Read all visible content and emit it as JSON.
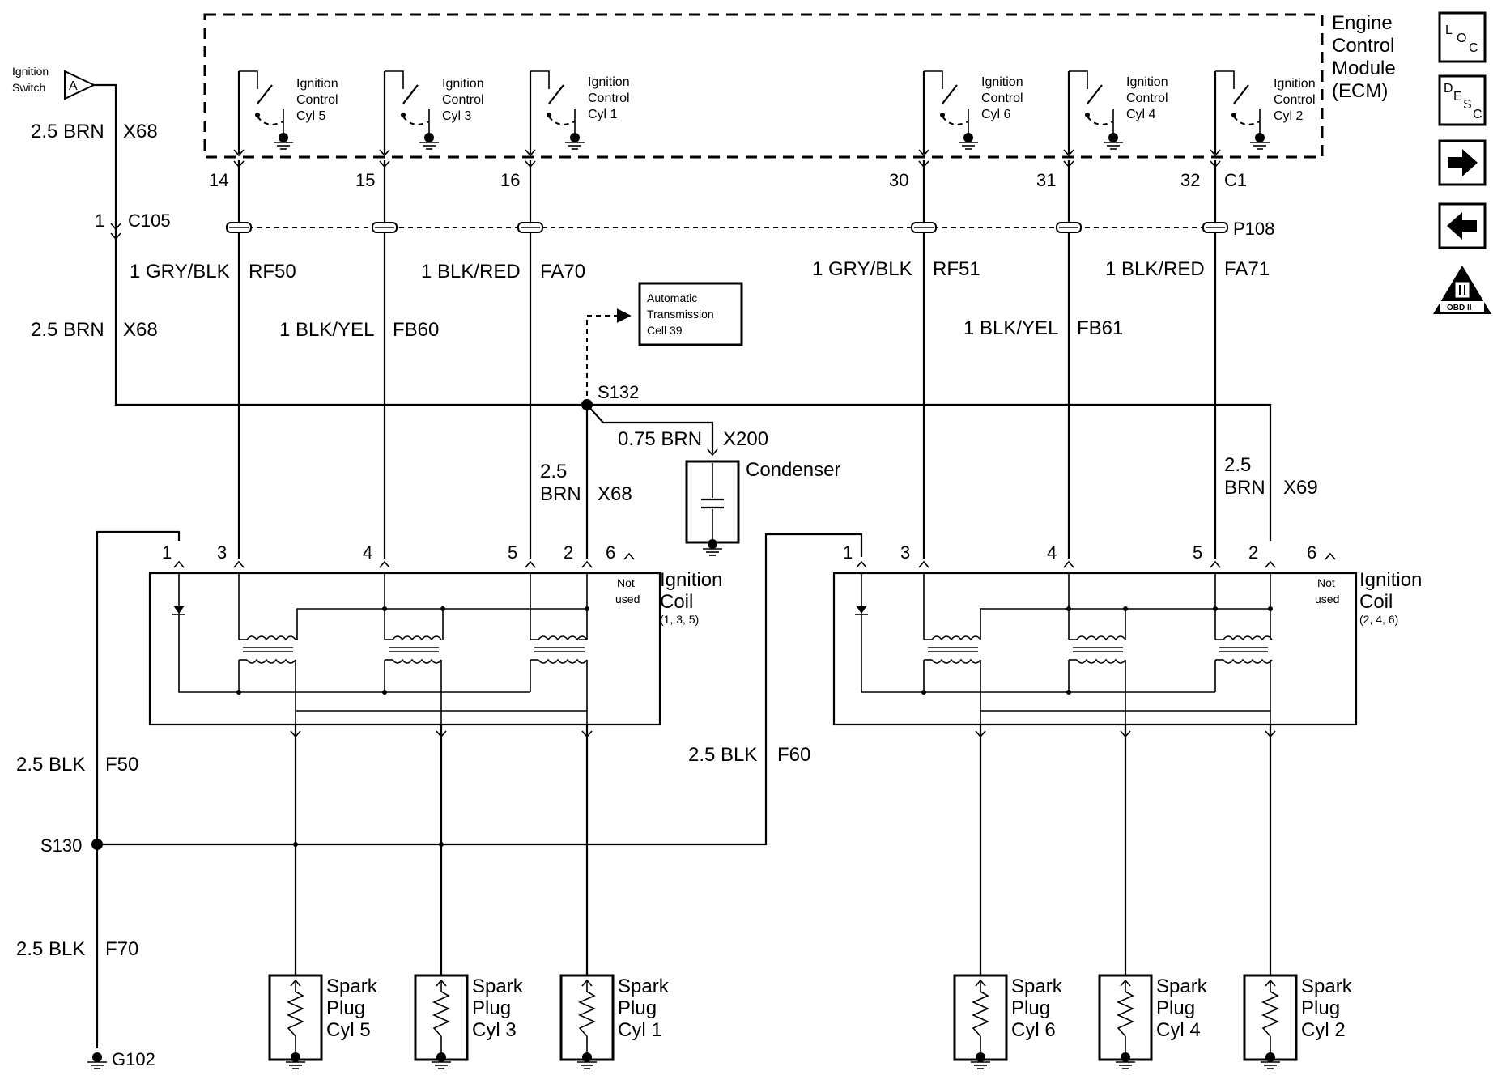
{
  "ecm": {
    "lines": [
      "Engine",
      "Control",
      "Module",
      "(ECM)"
    ]
  },
  "ignition_switch": {
    "lines": [
      "Ignition",
      "Switch"
    ],
    "connector": "A"
  },
  "ecm_connector": "C1",
  "c105": {
    "pin": "1",
    "name": "C105"
  },
  "p108": "P108",
  "ign_controls": [
    {
      "pin": "14",
      "lines": [
        "Ignition",
        "Control",
        "Cyl 5"
      ]
    },
    {
      "pin": "15",
      "lines": [
        "Ignition",
        "Control",
        "Cyl 3"
      ]
    },
    {
      "pin": "16",
      "lines": [
        "Ignition",
        "Control",
        "Cyl 1"
      ]
    },
    {
      "pin": "30",
      "lines": [
        "Ignition",
        "Control",
        "Cyl 6"
      ]
    },
    {
      "pin": "31",
      "lines": [
        "Ignition",
        "Control",
        "Cyl 4"
      ]
    },
    {
      "pin": "32",
      "lines": [
        "Ignition",
        "Control",
        "Cyl 2"
      ]
    }
  ],
  "wires": {
    "x68_top": {
      "gauge": "2.5 BRN",
      "circuit": "X68"
    },
    "x68_mid": {
      "gauge": "2.5 BRN",
      "circuit": "X68"
    },
    "rf50": {
      "gauge": "1 GRY/BLK",
      "circuit": "RF50"
    },
    "fa70": {
      "gauge": "1 BLK/RED",
      "circuit": "FA70"
    },
    "fb60": {
      "gauge": "1 BLK/YEL",
      "circuit": "FB60"
    },
    "rf51": {
      "gauge": "1 GRY/BLK",
      "circuit": "RF51"
    },
    "fa71": {
      "gauge": "1 BLK/RED",
      "circuit": "FA71"
    },
    "fb61": {
      "gauge": "1 BLK/YEL",
      "circuit": "FB61"
    },
    "x200": {
      "gauge": "0.75 BRN",
      "circuit": "X200"
    },
    "x68_coil": {
      "gauge_lines": [
        "2.5",
        "BRN"
      ],
      "circuit": "X68"
    },
    "x69": {
      "gauge_lines": [
        "2.5",
        "BRN"
      ],
      "circuit": "X69"
    },
    "f50": {
      "gauge": "2.5 BLK",
      "circuit": "F50"
    },
    "f60": {
      "gauge": "2.5 BLK",
      "circuit": "F60"
    },
    "f70": {
      "gauge": "2.5 BLK",
      "circuit": "F70"
    }
  },
  "splices": {
    "s132": "S132",
    "s130": "S130"
  },
  "ground": "G102",
  "auto_trans": {
    "lines": [
      "Automatic",
      "Transmission",
      "Cell 39"
    ]
  },
  "condenser": "Condenser",
  "coil_left": {
    "pins": [
      "1",
      "3",
      "4",
      "5",
      "2",
      "6"
    ],
    "not_used": [
      "Not",
      "used"
    ],
    "title": [
      "Ignition",
      "Coil"
    ],
    "cyls": "(1, 3, 5)"
  },
  "coil_right": {
    "pins": [
      "1",
      "3",
      "4",
      "5",
      "2",
      "6"
    ],
    "not_used": [
      "Not",
      "used"
    ],
    "title": [
      "Ignition",
      "Coil"
    ],
    "cyls": "(2, 4, 6)"
  },
  "spark_plugs": [
    {
      "lines": [
        "Spark",
        "Plug",
        "Cyl 5"
      ]
    },
    {
      "lines": [
        "Spark",
        "Plug",
        "Cyl 3"
      ]
    },
    {
      "lines": [
        "Spark",
        "Plug",
        "Cyl 1"
      ]
    },
    {
      "lines": [
        "Spark",
        "Plug",
        "Cyl 6"
      ]
    },
    {
      "lines": [
        "Spark",
        "Plug",
        "Cyl 4"
      ]
    },
    {
      "lines": [
        "Spark",
        "Plug",
        "Cyl 2"
      ]
    }
  ],
  "nav": {
    "loc": {
      "a": "L",
      "b": "O",
      "c": "C"
    },
    "desc": {
      "a": "D",
      "b": "E",
      "c": "S",
      "d": "C"
    },
    "next_icon": "arrow-right-icon",
    "prev_icon": "arrow-left-icon",
    "obd": "OBD II"
  }
}
